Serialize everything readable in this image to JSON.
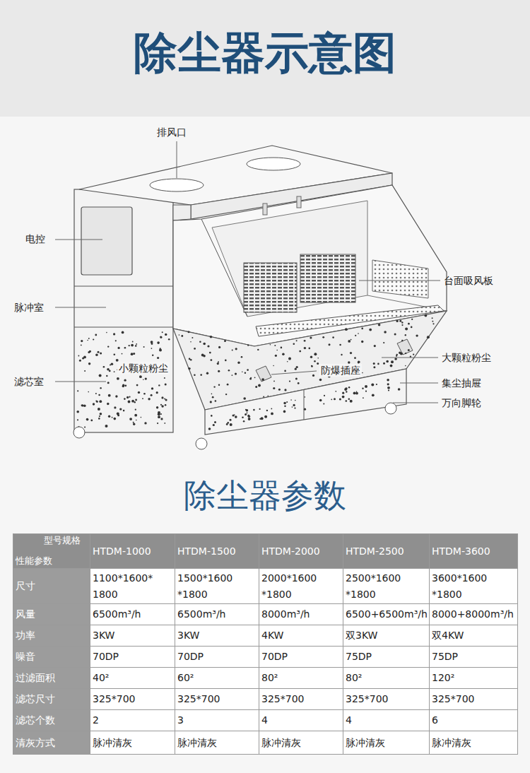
{
  "diagram": {
    "title": "除尘器示意图",
    "labels": [
      "排风口",
      "电控",
      "脉冲室",
      "滤芯室",
      "小颗粒粉尘",
      "台面吸风板",
      "大颗粒粉尘",
      "防爆插座",
      "集尘抽屉",
      "万向脚轮",
      "除尘器参数",
      "型号规格",
      "性能参数",
      "HTDM-1000",
      "HTDM-1500",
      "HTDM-2000",
      "HTDM-2500",
      "HTDM-3600",
      "尺寸",
      "1100*1600* 1800",
      "1500*1600 *1800",
      "2000*1600 *1800",
      "2500*1600 *1800",
      "3600*1600 *1800",
      "风量",
      "6500m³/h",
      "6500m³/h",
      "8000m³/h",
      "6500+6500m³/h",
      "8000+8000m³/h",
      "功率",
      "3KW",
      "3KW",
      "4KW",
      "双3KW",
      "双4KW",
      "噪音",
      "70DP",
      "70DP",
      "70DP",
      "75DP",
      "75DP",
      "过滤面积",
      "40²",
      "60²",
      "80²",
      "80²",
      "120²",
      "滤芯尺寸",
      "325*700",
      "325*700",
      "325*700",
      "325*700",
      "325*700",
      "滤芯个数",
      "2",
      "3",
      "4",
      "4",
      "6",
      "清灰方式",
      "脉冲清灰",
      "脉冲清灰",
      "脉冲清灰",
      "脉冲清灰",
      "脉冲清灰"
    ]
  }
}
